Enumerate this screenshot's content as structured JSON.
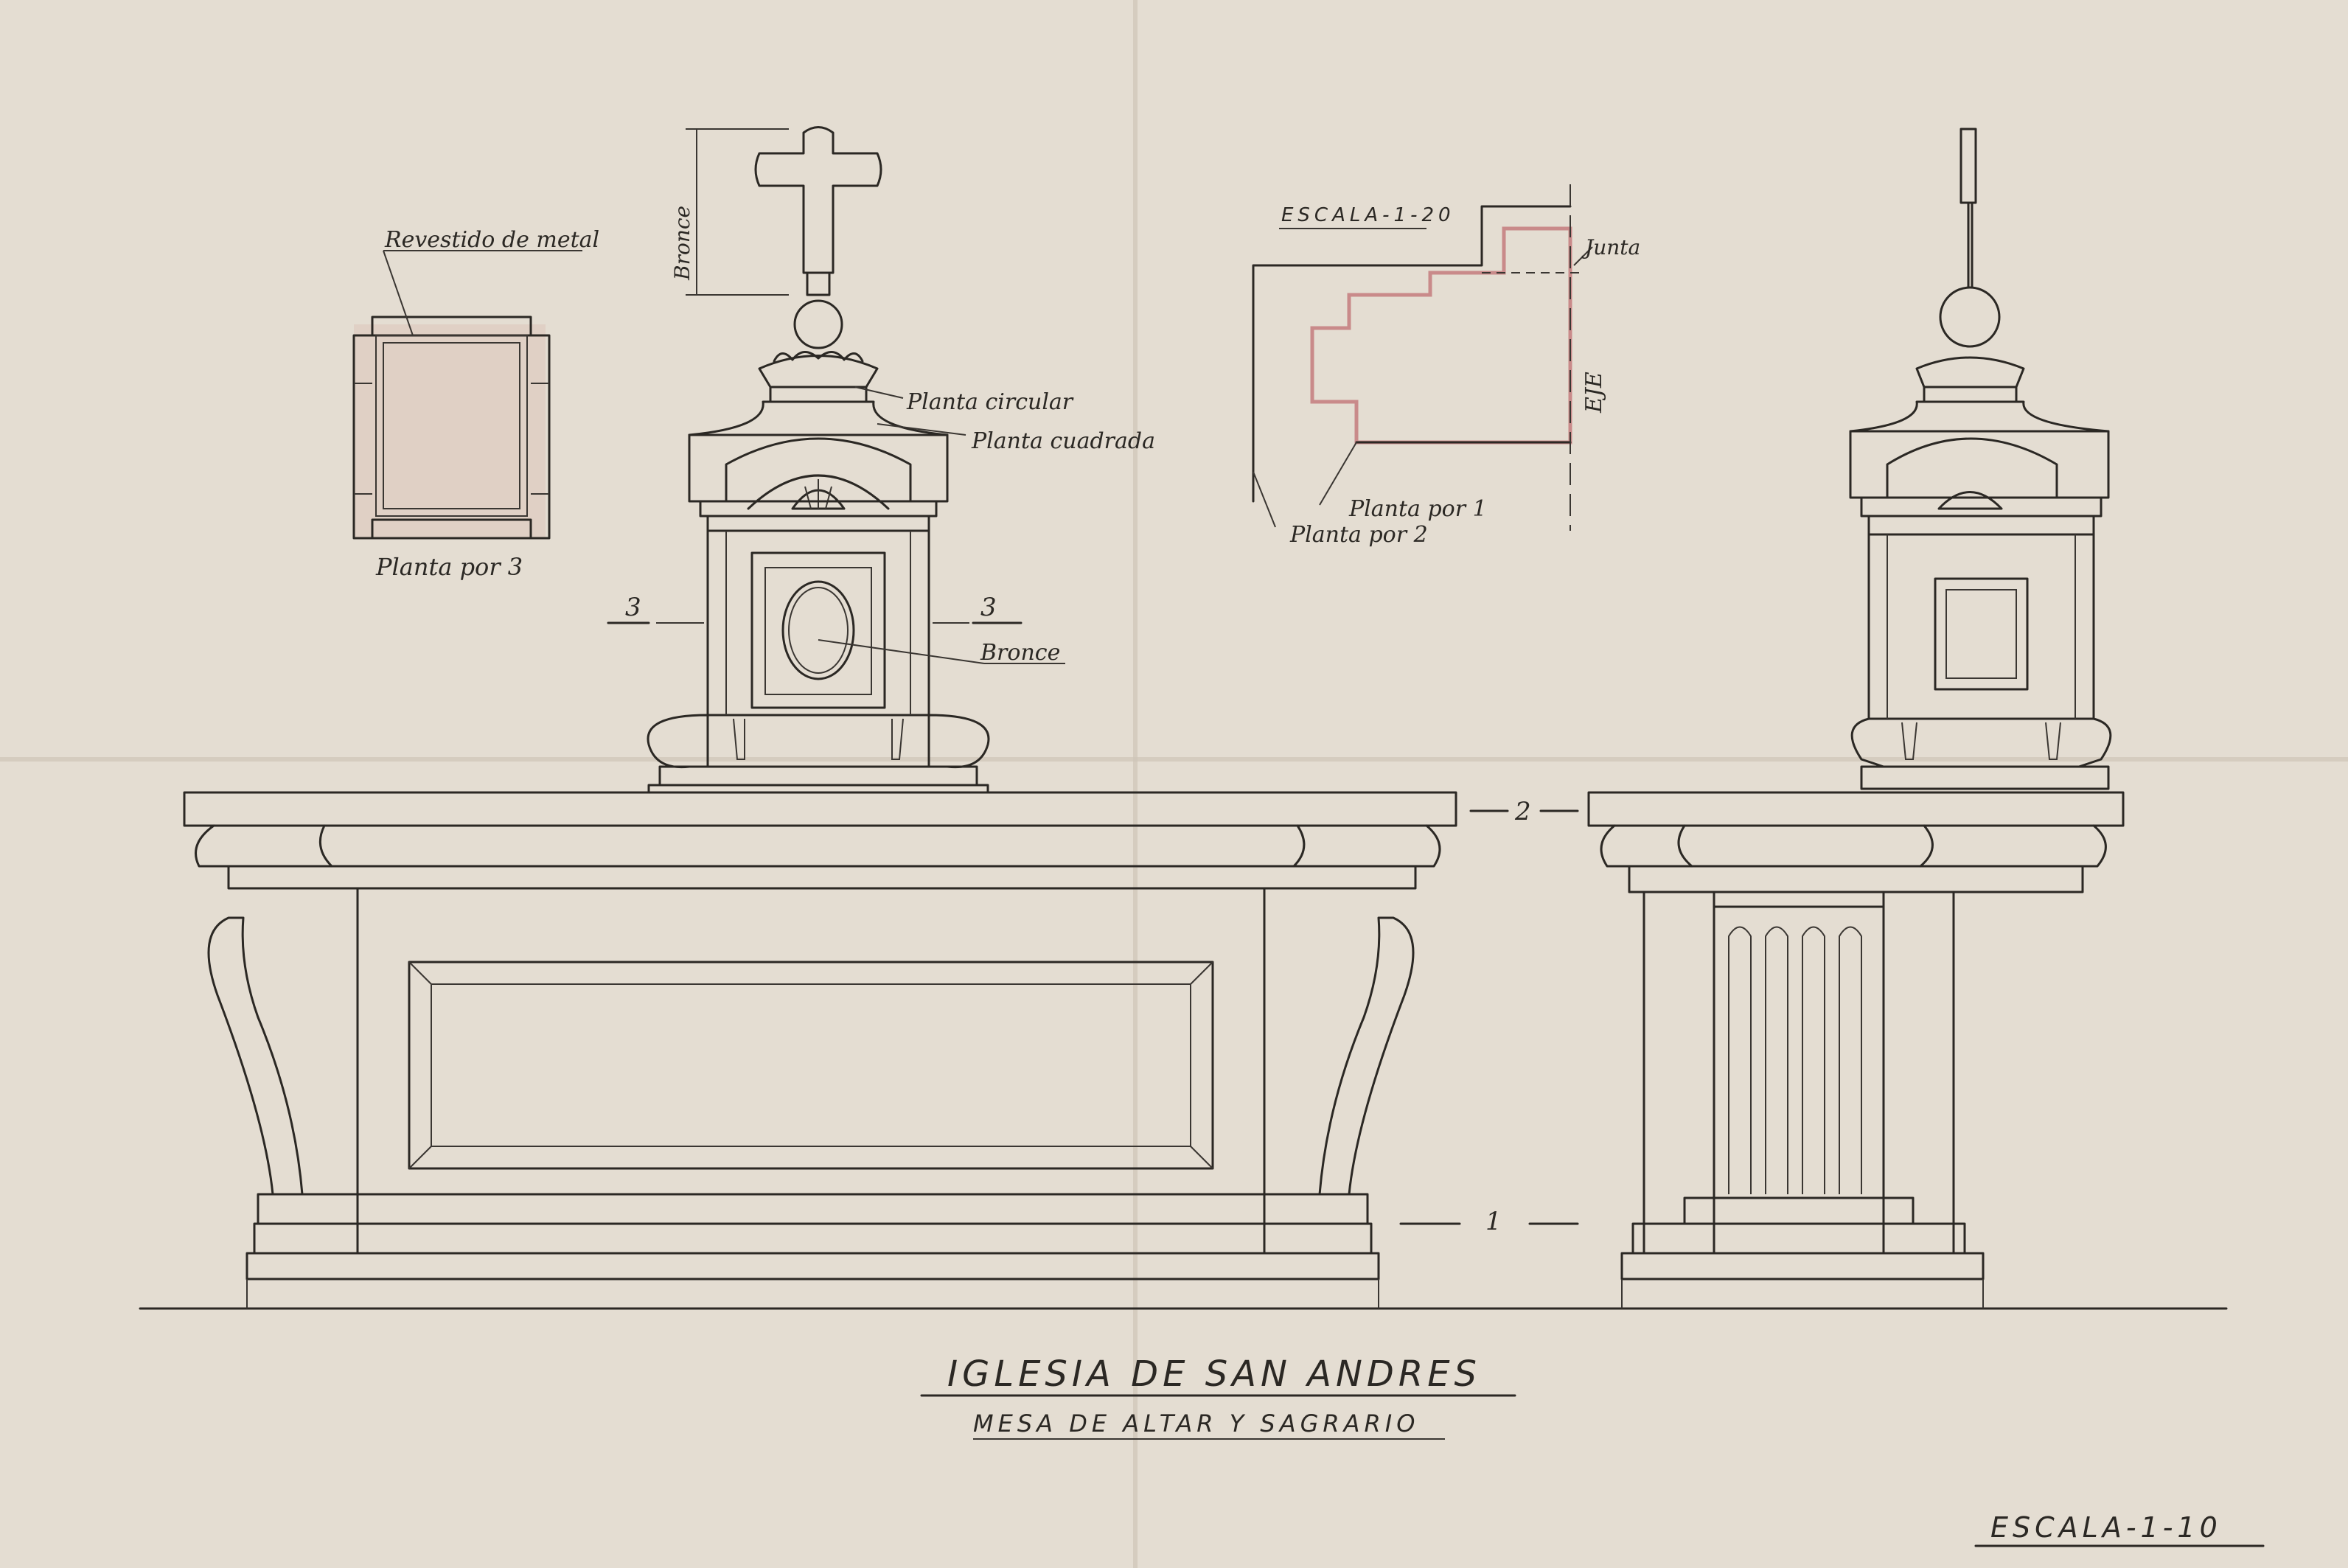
{
  "labels": {
    "revestido": "Revestido de metal",
    "planta_por_3": "Planta por 3",
    "bronce_vertical": "Bronce",
    "planta_circular": "Planta circular",
    "planta_cuadrada": "Planta cuadrada",
    "bronce": "Bronce",
    "section_3_left": "3",
    "section_3_right": "3",
    "escala_detail": "ESCALA-1-20",
    "junta": "Junta",
    "eje": "EJE",
    "planta_por_1": "Planta por 1",
    "planta_por_2": "Planta por 2",
    "section_2": "2",
    "section_1": "1"
  },
  "title": {
    "main": "IGLESIA DE SAN ANDRES",
    "subtitle": "MESA DE ALTAR Y SAGRARIO"
  },
  "scale": "ESCALA-1-10",
  "colors": {
    "paper": "#e4ddd2",
    "ink": "#2b2824",
    "red_pencil": "#c98a8a"
  }
}
